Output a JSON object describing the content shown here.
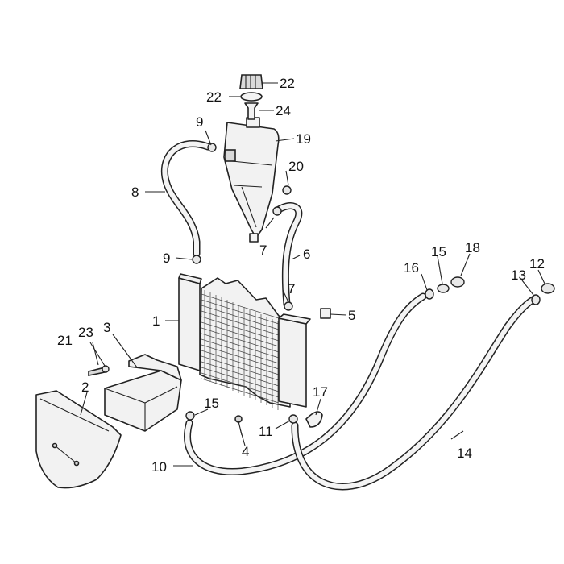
{
  "diagram": {
    "callouts": [
      "1",
      "2",
      "3",
      "4",
      "5",
      "6",
      "7",
      "7",
      "8",
      "9",
      "9",
      "10",
      "11",
      "12",
      "13",
      "14",
      "15",
      "15",
      "16",
      "17",
      "18",
      "20",
      "19",
      "21",
      "22",
      "22",
      "23",
      "24"
    ]
  },
  "colors": {
    "line": "#222222",
    "fill": "#f2f2f2",
    "background": "#ffffff"
  }
}
